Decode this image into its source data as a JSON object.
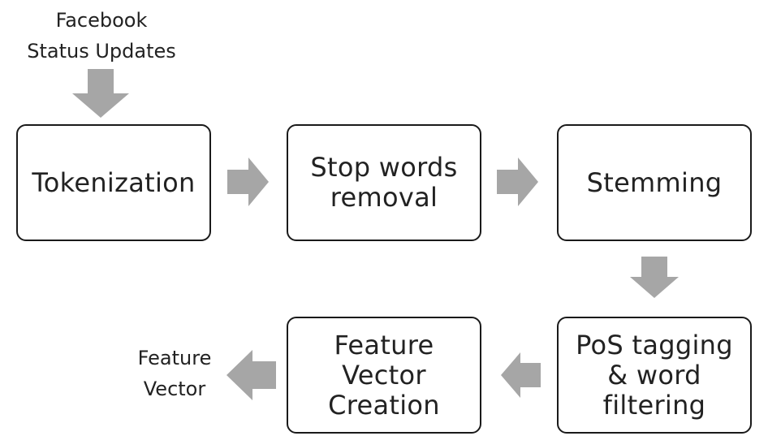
{
  "input_label": "Facebook\nStatus Updates",
  "output_label": "Feature\nVector",
  "steps": [
    "Tokenization",
    "Stop words\nremoval",
    "Stemming",
    "PoS tagging\n& word\nfiltering",
    "Feature\nVector\nCreation"
  ],
  "colors": {
    "arrow": "#a6a6a6",
    "box_border": "#1a1a1a",
    "text": "#222222"
  }
}
